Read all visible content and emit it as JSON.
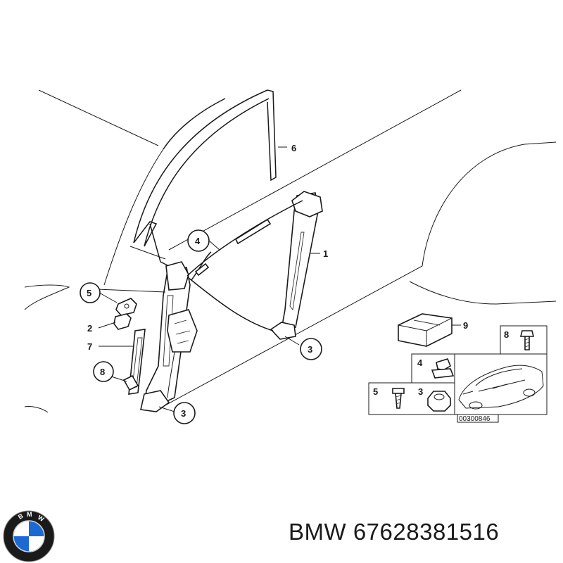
{
  "caption": {
    "brand": "BMW",
    "part_number": "67628381516"
  },
  "logo": {
    "text": "BMW",
    "colors": {
      "blue": "#1c69d4",
      "white": "#ffffff",
      "ring": "#1a1a1a"
    }
  },
  "diagram": {
    "code": "00300846",
    "callouts": [
      {
        "id": "c1",
        "label": "1"
      },
      {
        "id": "c2",
        "label": "2"
      },
      {
        "id": "c3a",
        "label": "3"
      },
      {
        "id": "c3b",
        "label": "3"
      },
      {
        "id": "c4",
        "label": "4"
      },
      {
        "id": "c5",
        "label": "5"
      },
      {
        "id": "c6",
        "label": "6"
      },
      {
        "id": "c7",
        "label": "7"
      },
      {
        "id": "c8",
        "label": "8"
      },
      {
        "id": "c9",
        "label": "9"
      }
    ],
    "kit_labels": {
      "k8": "8",
      "k4": "4",
      "k5": "5",
      "k3": "3"
    }
  }
}
